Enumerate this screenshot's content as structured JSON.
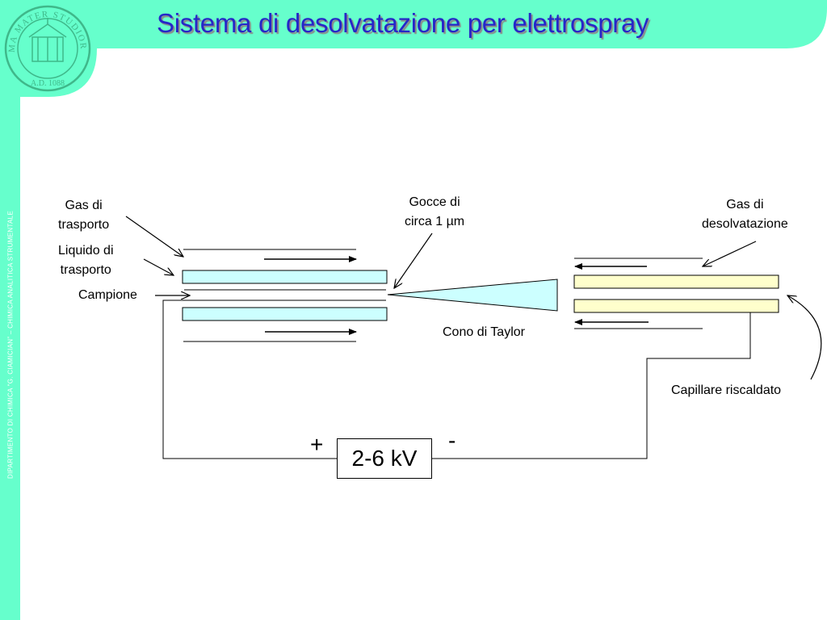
{
  "slide": {
    "title": "Sistema di desolvatazione per elettrospray",
    "sidebar_text": "DIPARTIMENTO DI CHIMICA “G. CIAMICIAN” – CHIMICA ANALITICA STRUMENTALE"
  },
  "logo": {
    "outer_text": "ALMA MATER STUDIORUM",
    "bottom_text": "A.D. 1088"
  },
  "diagram": {
    "labels": {
      "gas_trasporto_line1": "Gas di",
      "gas_trasporto_line2": "trasporto",
      "liquido_line1": "Liquido di",
      "liquido_line2": "trasporto",
      "campione": "Campione",
      "gocce_line1": "Gocce di",
      "gocce_line2": "circa 1 µm",
      "cono": "Cono di Taylor",
      "gas_desolv_line1": "Gas di",
      "gas_desolv_line2": "desolvatazione",
      "capillare": "Capillare riscaldato"
    },
    "circuit": {
      "plus": "+",
      "minus": "-",
      "voltage": "2-6 kV"
    }
  },
  "colors": {
    "accent_green": "#66ffcc",
    "title_blue": "#2626c8",
    "tube_cyan": "#ccffff",
    "capillary_yellow": "#ffffcc"
  }
}
